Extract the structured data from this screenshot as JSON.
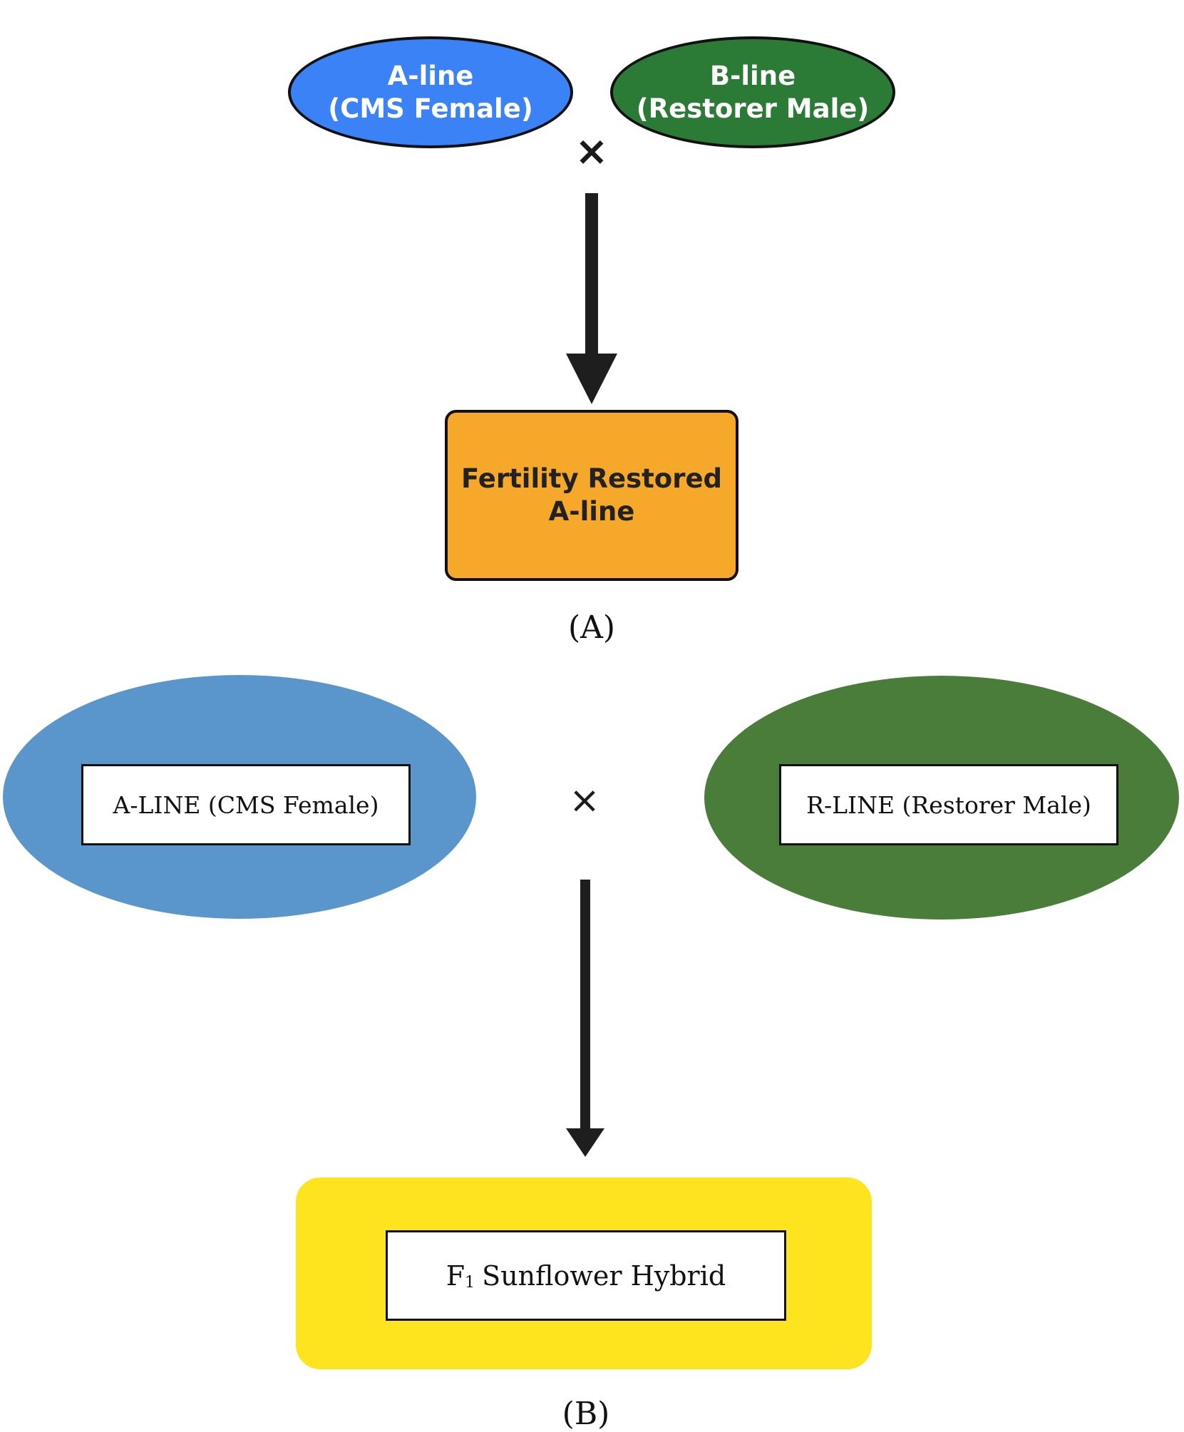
{
  "panel_a": {
    "female": {
      "line1": "A-line",
      "line2": "(CMS Female)"
    },
    "male": {
      "line1": "B-line",
      "line2": "(Restorer Male)"
    },
    "cross_symbol": "×",
    "result": {
      "line1": "Fertility Restored",
      "line2": "A-line"
    },
    "label": "(A)"
  },
  "panel_b": {
    "female": "A-LINE (CMS Female)",
    "male": "R-LINE (Restorer Male)",
    "cross_symbol": "×",
    "result": {
      "subscript_prefix": "F",
      "subscript": "1",
      "text": "Sunflower Hybrid"
    },
    "label": "(B)"
  },
  "colors": {
    "a_female": "#3b82f6",
    "a_male": "#2b7a35",
    "a_result": "#f5a82a",
    "b_female": "#5a95cb",
    "b_male": "#4a7c3a",
    "b_result": "#fde41e",
    "arrow": "#1e1e1e"
  }
}
